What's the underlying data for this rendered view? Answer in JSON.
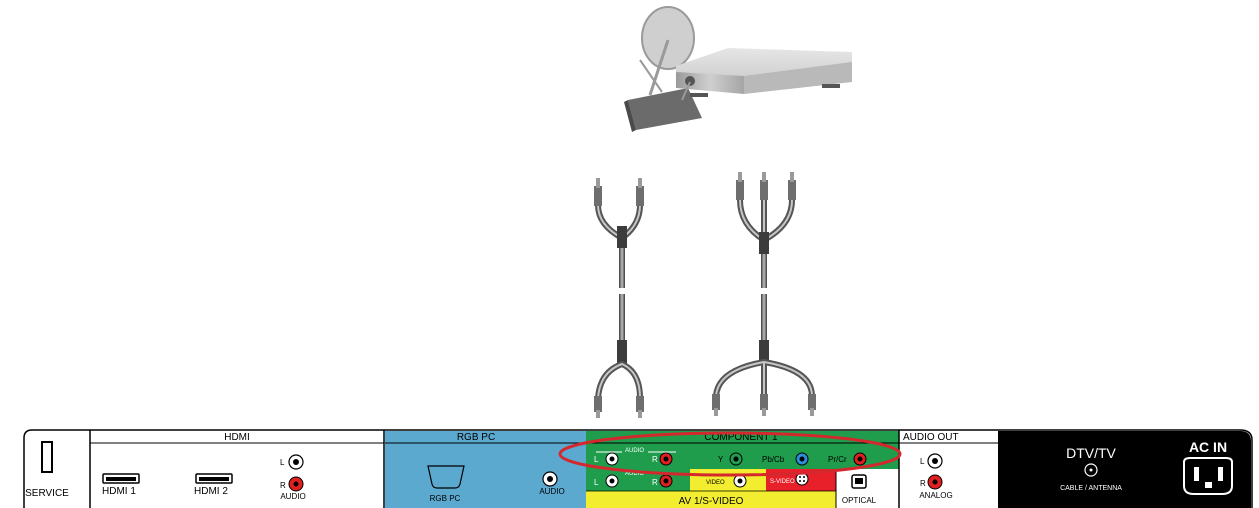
{
  "panel": {
    "service": {
      "label": "SERVICE"
    },
    "hdmi": {
      "header": "HDMI",
      "port1": "HDMI 1",
      "port2": "HDMI 2",
      "audio_l": "L",
      "audio_r": "R",
      "audio_label": "AUDIO"
    },
    "rgb_pc": {
      "header": "RGB  PC",
      "port_label": "RGB PC",
      "audio_label": "AUDIO"
    },
    "component": {
      "header": "COMPONENT  1",
      "audio_caption": "AUDIO",
      "l": "L",
      "r": "R",
      "y": "Y",
      "pb": "Pb/Cb",
      "pr": "Pr/Cr"
    },
    "av": {
      "footer": "AV 1/S-VIDEO",
      "audio_caption": "AUDIO",
      "l": "L",
      "r": "R",
      "video": "VIDEO",
      "svideo": "S-VIDEO"
    },
    "optical": {
      "label": "OPTICAL"
    },
    "audio_out": {
      "header": "AUDIO  OUT",
      "l": "L",
      "r": "R",
      "label": "ANALOG"
    },
    "dtv": {
      "title": "DTV/TV",
      "caption": "CABLE / ANTENNA"
    },
    "ac_in": {
      "title": "AC  IN"
    }
  },
  "colors": {
    "rgb_pc_bg": "#5ba9cf",
    "component_bg": "#1f9c4c",
    "av_bg": "#f2ee2f",
    "svideo_bg": "#e8202a",
    "highlight_ellipse": "#d3282e",
    "dark_section": "#000000",
    "port_red": "#e02020",
    "port_blue": "#2a8ed8",
    "port_green": "#1f9c4c"
  },
  "devices": {
    "satellite_box": "satellite-receiver-icon",
    "cable_audio": "two-plug-rca-cable",
    "cable_component": "three-plug-rca-cable"
  }
}
